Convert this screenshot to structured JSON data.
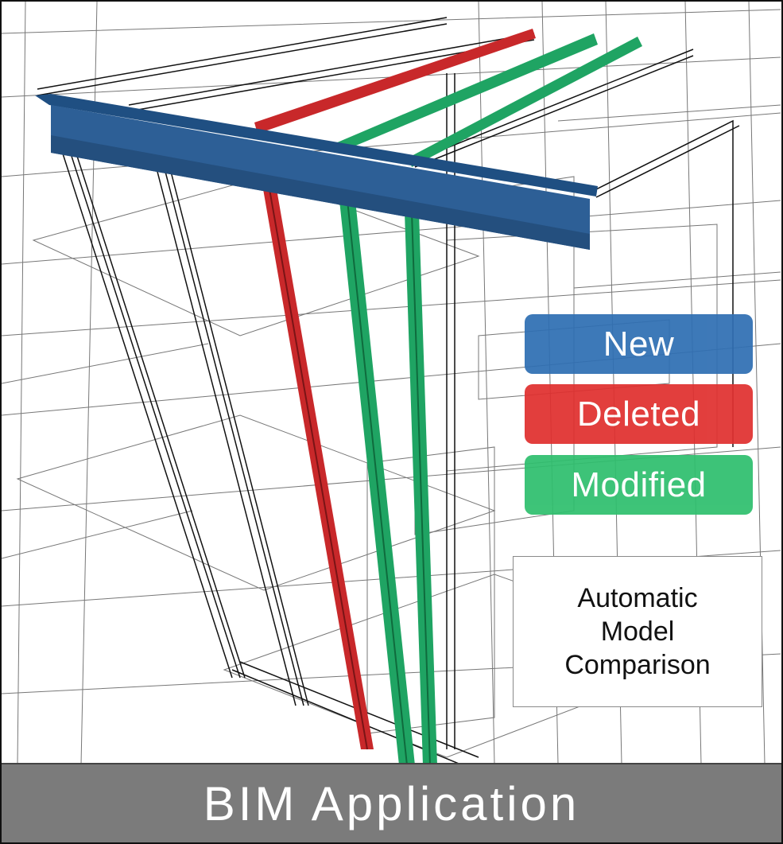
{
  "legend": {
    "new": {
      "label": "New",
      "color": "#2f6fb3"
    },
    "deleted": {
      "label": "Deleted",
      "color": "#e0302f"
    },
    "modified": {
      "label": "Modified",
      "color": "#2fbf6e"
    }
  },
  "comparison_box": {
    "text": "Automatic\nModel\nComparison"
  },
  "footer": {
    "title": "BIM Application",
    "color": "#7b7b7b"
  },
  "viewport": {
    "icon": "wireframe-structure",
    "beam_colors": {
      "new": "#2d5f96",
      "deleted": "#c8282a",
      "modified": "#1fa463",
      "wire": "#111111"
    }
  }
}
